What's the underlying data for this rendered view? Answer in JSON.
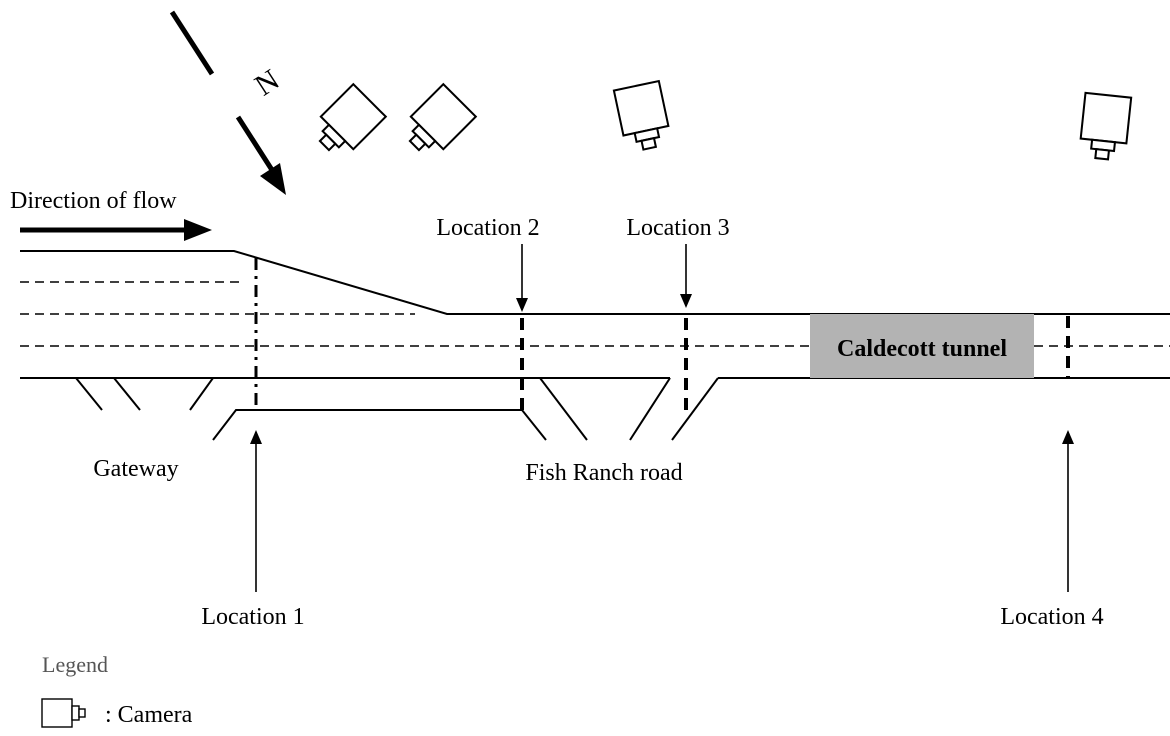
{
  "north_label": "N",
  "flow_label": "Direction of flow",
  "locations": [
    "Location 1",
    "Location 2",
    "Location 3",
    "Location 4"
  ],
  "tunnel_label": "Caldecott tunnel",
  "tunnel_color": "#b3b3b3",
  "ramps": {
    "gateway": "Gateway",
    "fish_ranch": "Fish Ranch road"
  },
  "legend": {
    "title": "Legend",
    "camera_label": ": Camera",
    "camera_icon": "camera-icon"
  }
}
